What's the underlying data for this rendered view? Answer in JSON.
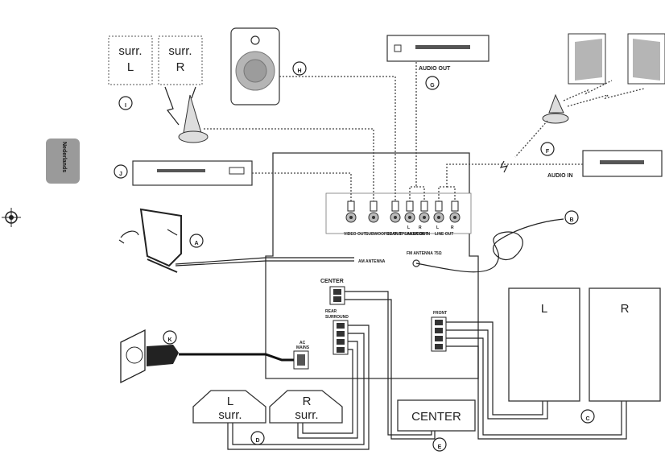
{
  "language_tab": "Nederlands",
  "callouts": {
    "a": "A",
    "b": "B",
    "c": "C",
    "d": "D",
    "e": "E",
    "f": "F",
    "g": "G",
    "h": "H",
    "i": "I",
    "j": "J",
    "k": "K"
  },
  "rear_speaker_boxes": {
    "left": [
      "surr.",
      "L"
    ],
    "right": [
      "surr.",
      "R"
    ]
  },
  "front_speakers": {
    "left": "L",
    "right": "R"
  },
  "surround_speakers": {
    "left": [
      "L",
      "surr."
    ],
    "right": [
      "R",
      "surr."
    ]
  },
  "center_speaker": "CENTER",
  "device_labels": {
    "audio_out": "AUDIO OUT",
    "audio_in": "AUDIO IN"
  },
  "panel_labels": {
    "center": "CENTER",
    "rear_surround": [
      "REAR",
      "SURROUND"
    ],
    "front": "FRONT",
    "ac_mains": [
      "AC",
      "MAINS"
    ],
    "am_loop": "AM ANTENNA",
    "fm_antenna": "FM ANTENNA 75Ω",
    "jacks": [
      "VIDEO OUT",
      "SUBWOOFER OUT",
      "REAR SPEAKER OUT",
      "AUX/CDR IN",
      "LINE OUT"
    ],
    "jack_lr": [
      "L",
      "R",
      "L",
      "R"
    ]
  },
  "colors": {
    "line": "#222222",
    "tab": "#9a9a9a",
    "speaker_grey": "#b5b5b5"
  }
}
